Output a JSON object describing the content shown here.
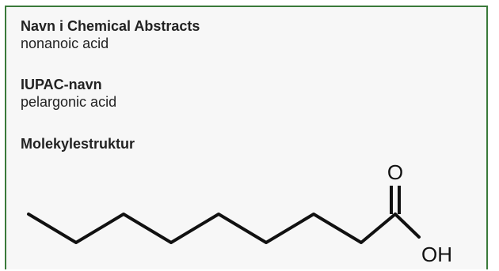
{
  "fields": [
    {
      "label": "Navn i Chemical Abstracts",
      "value": "nonanoic acid"
    },
    {
      "label": "IUPAC-navn",
      "value": "pelargonic acid"
    },
    {
      "label": "Molekylestruktur"
    }
  ],
  "structure": {
    "oxygen_label": "O",
    "hydroxyl_label": "OH"
  }
}
